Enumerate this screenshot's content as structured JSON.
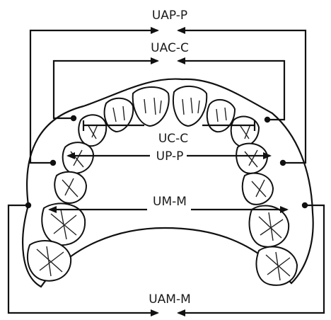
{
  "labels": {
    "uap_p": "UAP-P",
    "uac_c": "UAC-C",
    "uc_c": "UC-C",
    "up_p": "UP-P",
    "um_m": "UM-M",
    "uam_m": "UAM-M"
  },
  "colors": {
    "line": "#111111",
    "background": "#ffffff"
  }
}
